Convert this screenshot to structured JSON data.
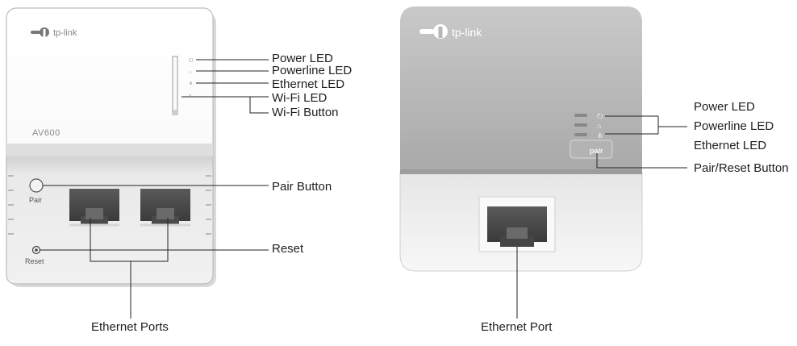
{
  "device_left": {
    "brand": "tp-link",
    "model": "AV600",
    "pair_text": "Pair",
    "reset_text": "Reset",
    "callouts": {
      "power_led": "Power LED",
      "powerline_led": "Powerline LED",
      "ethernet_led": "Ethernet LED",
      "wifi_led": "Wi-Fi LED",
      "wifi_button": "Wi-Fi Button",
      "pair_button": "Pair Button",
      "reset": "Reset",
      "ethernet_ports": "Ethernet Ports"
    }
  },
  "device_right": {
    "brand": "tp-link",
    "pair_text": "pair",
    "callouts": {
      "power_led": "Power LED",
      "powerline_led": "Powerline LED",
      "ethernet_led": "Ethernet LED",
      "pair_reset_button": "Pair/Reset Button",
      "ethernet_port": "Ethernet Port"
    }
  },
  "colors": {
    "line": "#222222",
    "body_edge": "#b5b5b5",
    "port": "#4a4a4a"
  }
}
